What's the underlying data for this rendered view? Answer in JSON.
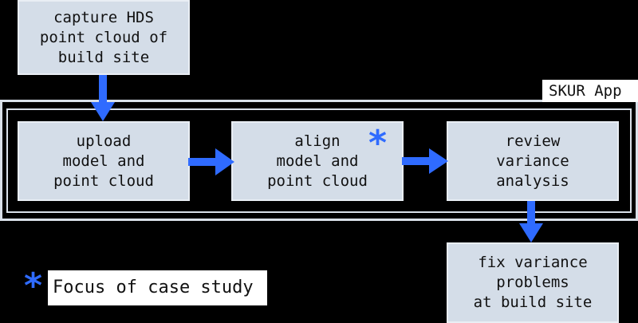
{
  "app_frame": {
    "label": "SKUR App"
  },
  "steps": {
    "capture": "capture HDS\npoint cloud of\nbuild site",
    "upload": "upload\nmodel and\npoint cloud",
    "align": "align\nmodel and\npoint cloud",
    "review": "review\nvariance\nanalysis",
    "fix": "fix variance\nproblems\nat build site"
  },
  "markers": {
    "focus_symbol": "*"
  },
  "legend": {
    "symbol": "*",
    "text": "Focus of case study"
  },
  "colors": {
    "box_fill": "#d4dde8",
    "arrow": "#2f6bff",
    "frame": "#d9e0e9",
    "background": "#000000"
  }
}
